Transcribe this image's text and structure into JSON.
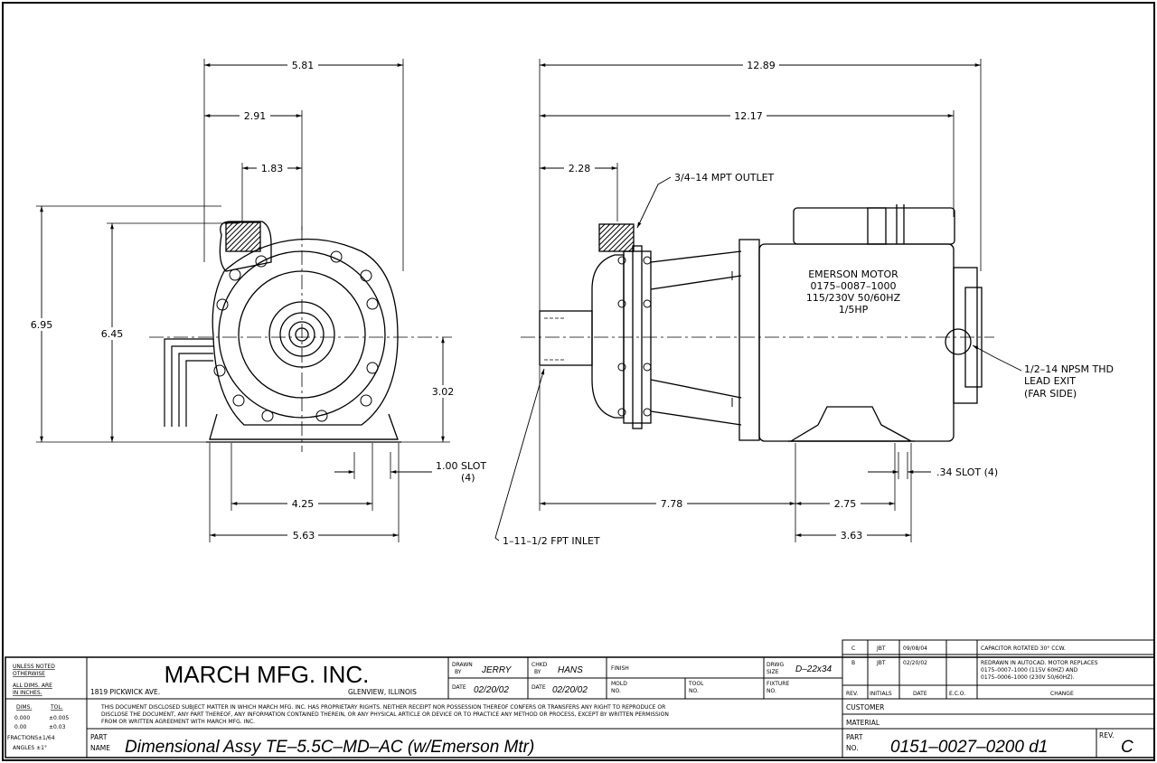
{
  "drawing": {
    "front_view_dims": {
      "width_overall": "5.81",
      "to_outlet_center": "2.91",
      "outlet_offset": "1.83",
      "height_overall": "6.95",
      "height_to_outlet": "6.45",
      "shaft_height": "3.02",
      "slot_width": "1.00 SLOT",
      "slot_count": "(4)",
      "mount_hole_spacing": "4.25",
      "base_width": "5.63"
    },
    "side_view_dims": {
      "length_overall": "12.89",
      "length_to_motor_end": "12.17",
      "inlet_to_outlet": "2.28",
      "inlet_to_mount": "7.78",
      "mount_hole_spacing": "2.75",
      "base_length": "3.63",
      "slot": ".34 SLOT (4)"
    },
    "callouts": {
      "outlet": "3/4–14 MPT OUTLET",
      "inlet": "1–11–1/2 FPT INLET",
      "lead_exit_1": "1/2–14 NPSM THD",
      "lead_exit_2": "LEAD EXIT",
      "lead_exit_3": "(FAR SIDE)"
    },
    "motor_label": {
      "line1": "EMERSON MOTOR",
      "line2": "0175–0087–1000",
      "line3": "115/230V 50/60HZ",
      "line4": "1/5HP"
    }
  },
  "title_block": {
    "notes": {
      "l1": "UNLESS NOTED",
      "l2": "OTHERWISE",
      "l3": "ALL DIMS. ARE",
      "l4": "IN INCHES.",
      "dims_header": "DIMS.",
      "tol_header": "TOL.",
      "r1_dim": "0.000",
      "r1_tol": "±0.005",
      "r2_dim": "0.00",
      "r2_tol": "±0.03",
      "fractions": "FRACTIONS±1/64",
      "angles": "ANGLES  ±1°"
    },
    "company": "MARCH MFG. INC.",
    "address": "1819 PICKWICK AVE.",
    "city": "GLENVIEW, ILLINOIS",
    "disclaimer_1": "THIS DOCUMENT DISCLOSED SUBJECT MATTER IN WHICH MARCH MFG. INC. HAS PROPRIETARY RIGHTS. NEITHER RECEIPT NOR POSSESSION THEREOF CONFERS OR TRANSFERS ANY RIGHT TO REPRODUCE OR",
    "disclaimer_2": "DISCLOSE THE DOCUMENT, ANY PART THEREOF, ANY INFORMATION CONTAINED THEREIN, OR ANY PHYSICAL ARTICLE OR DEVICE OR TO PRACTICE ANY METHOD OR PROCESS, EXCEPT BY WRITTEN PERMISSION",
    "disclaimer_3": "FROM OR WRITTEN AGREEMENT WITH MARCH MFG. INC.",
    "drawn_by_label_1": "DRAWN",
    "drawn_by_label_2": "BY",
    "drawn_by": "JERRY",
    "chkd_label_1": "CHKD",
    "chkd_label_2": "BY",
    "chkd_by": "HANS",
    "date_label": "DATE",
    "drawn_date": "02/20/02",
    "chkd_date": "02/20/02",
    "finish_label": "FINISH",
    "mold_label_1": "MOLD",
    "mold_label_2": "NO.",
    "tool_label_1": "TOOL",
    "tool_label_2": "NO.",
    "drwg_label_1": "DRWG",
    "drwg_label_2": "SIZE",
    "drwg_size": "D–22x34",
    "fixture_label_1": "FIXTURE",
    "fixture_label_2": "NO.",
    "part_name_label_1": "PART",
    "part_name_label_2": "NAME",
    "part_name": "Dimensional  Assy  TE–5.5C–MD–AC  (w/Emerson  Mtr)",
    "part_no_label_1": "PART",
    "part_no_label_2": "NO.",
    "part_no": "0151–0027–0200  d1",
    "rev_label": "REV.",
    "rev": "C",
    "customer_label": "CUSTOMER",
    "material_label": "MATERIAL",
    "revisions": [
      {
        "rev": "C",
        "initials": "JBT",
        "date": "09/08/04",
        "eco": "",
        "change_1": "CAPACITOR ROTATED 30° CCW.",
        "change_2": "",
        "change_3": ""
      },
      {
        "rev": "B",
        "initials": "JBT",
        "date": "02/20/02",
        "eco": "",
        "change_1": "REDRAWN IN AUTOCAD. MOTOR REPLACES",
        "change_2": "0175–0007–1000   (115V 60HZ) AND",
        "change_3": "0175–0006–1000 (230V 50/60HZ)."
      }
    ],
    "rev_headers": {
      "rev": "REV.",
      "initials": "INITIALS",
      "date": "DATE",
      "eco": "E.C.O.",
      "change": "CHANGE"
    }
  }
}
